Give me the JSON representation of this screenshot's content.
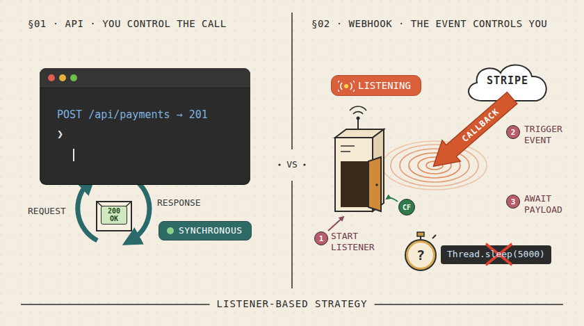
{
  "diagram": {
    "nodes": [
      {
        "text": [
          "POST /api/payments → 201",
          "❯"
        ]
      },
      {
        "text": [
          "200 OK"
        ]
      },
      {
        "text": [
          "SYNCHRONOUS"
        ]
      },
      {
        "text": [
          "LISTENING"
        ]
      },
      {
        "text": [
          "STRIPE"
        ]
      },
      {
        "text": [
          "CALLBACK"
        ]
      },
      {
        "text": [
          "2"
        ]
      },
      {
        "text": [
          "3"
        ]
      },
      {
        "text": [
          "CF"
        ]
      },
      {
        "text": [
          "1"
        ]
      },
      {
        "text": [
          "?"
        ]
      },
      {
        "text": [
          "Thread.sleep(5000)"
        ]
      }
    ],
    "labels": [
      "§01 · API · YOU CONTROL THE CALL",
      "§02 · WEBHOOK · THE EVENT CONTROLS YOU",
      "VS",
      "REQUEST",
      "RESPONSE",
      "TRIGGER EVENT",
      "AWAIT PAYLOAD",
      "START LISTENER",
      "LISTENER-BASED STRATEGY"
    ]
  }
}
